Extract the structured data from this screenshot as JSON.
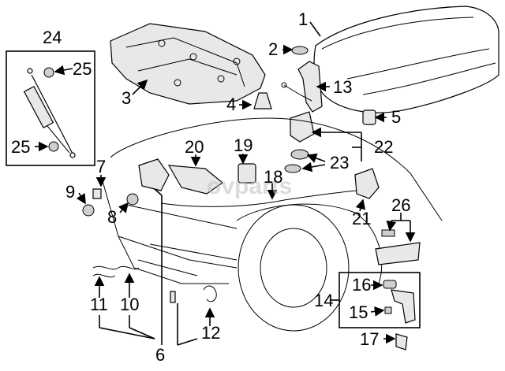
{
  "watermark": "ovparts",
  "callouts": {
    "c1": "1",
    "c2": "2",
    "c3": "3",
    "c4": "4",
    "c5": "5",
    "c6": "6",
    "c7": "7",
    "c8": "8",
    "c9": "9",
    "c10": "10",
    "c11": "11",
    "c12": "12",
    "c13": "13",
    "c14": "14",
    "c15": "15",
    "c16": "16",
    "c17": "17",
    "c18": "18",
    "c19": "19",
    "c20": "20",
    "c21": "21",
    "c22": "22",
    "c23": "23",
    "c24": "24",
    "c25a": "25",
    "c25b": "25",
    "c26": "26"
  }
}
